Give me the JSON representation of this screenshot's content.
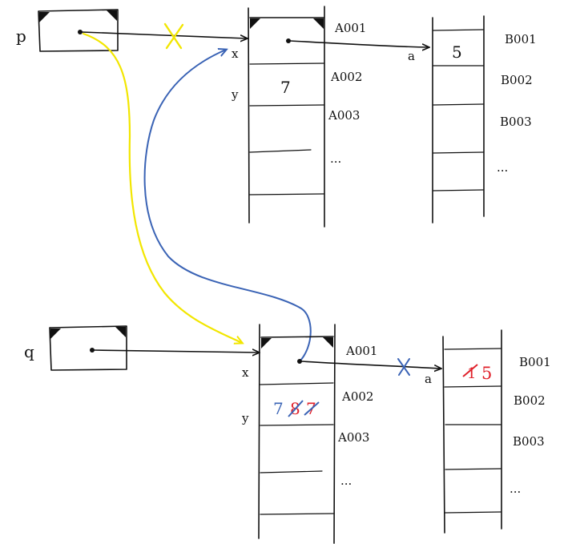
{
  "colors": {
    "ink": "#111111",
    "yellow": "#f2e600",
    "blue": "#3a63b5",
    "red": "#e0202a"
  },
  "top": {
    "pointer_label": "p",
    "mem_a": {
      "slot_x_label": "x",
      "slot_y_label": "y",
      "y_value": "7",
      "addresses": [
        "A001",
        "A002",
        "A003",
        "..."
      ]
    },
    "link_a_label": "a",
    "mem_b": {
      "first_value": "5",
      "addresses": [
        "B001",
        "B002",
        "B003",
        "..."
      ]
    }
  },
  "bottom": {
    "pointer_label": "q",
    "mem_a": {
      "slot_x_label": "x",
      "slot_y_label": "y",
      "y_values": [
        "7",
        "8",
        "7"
      ],
      "addresses": [
        "A001",
        "A002",
        "A003",
        "..."
      ]
    },
    "link_a_label": "a",
    "mem_b": {
      "first_values": [
        "1",
        "5"
      ],
      "addresses": [
        "B001",
        "B002",
        "B003",
        "..."
      ]
    }
  }
}
